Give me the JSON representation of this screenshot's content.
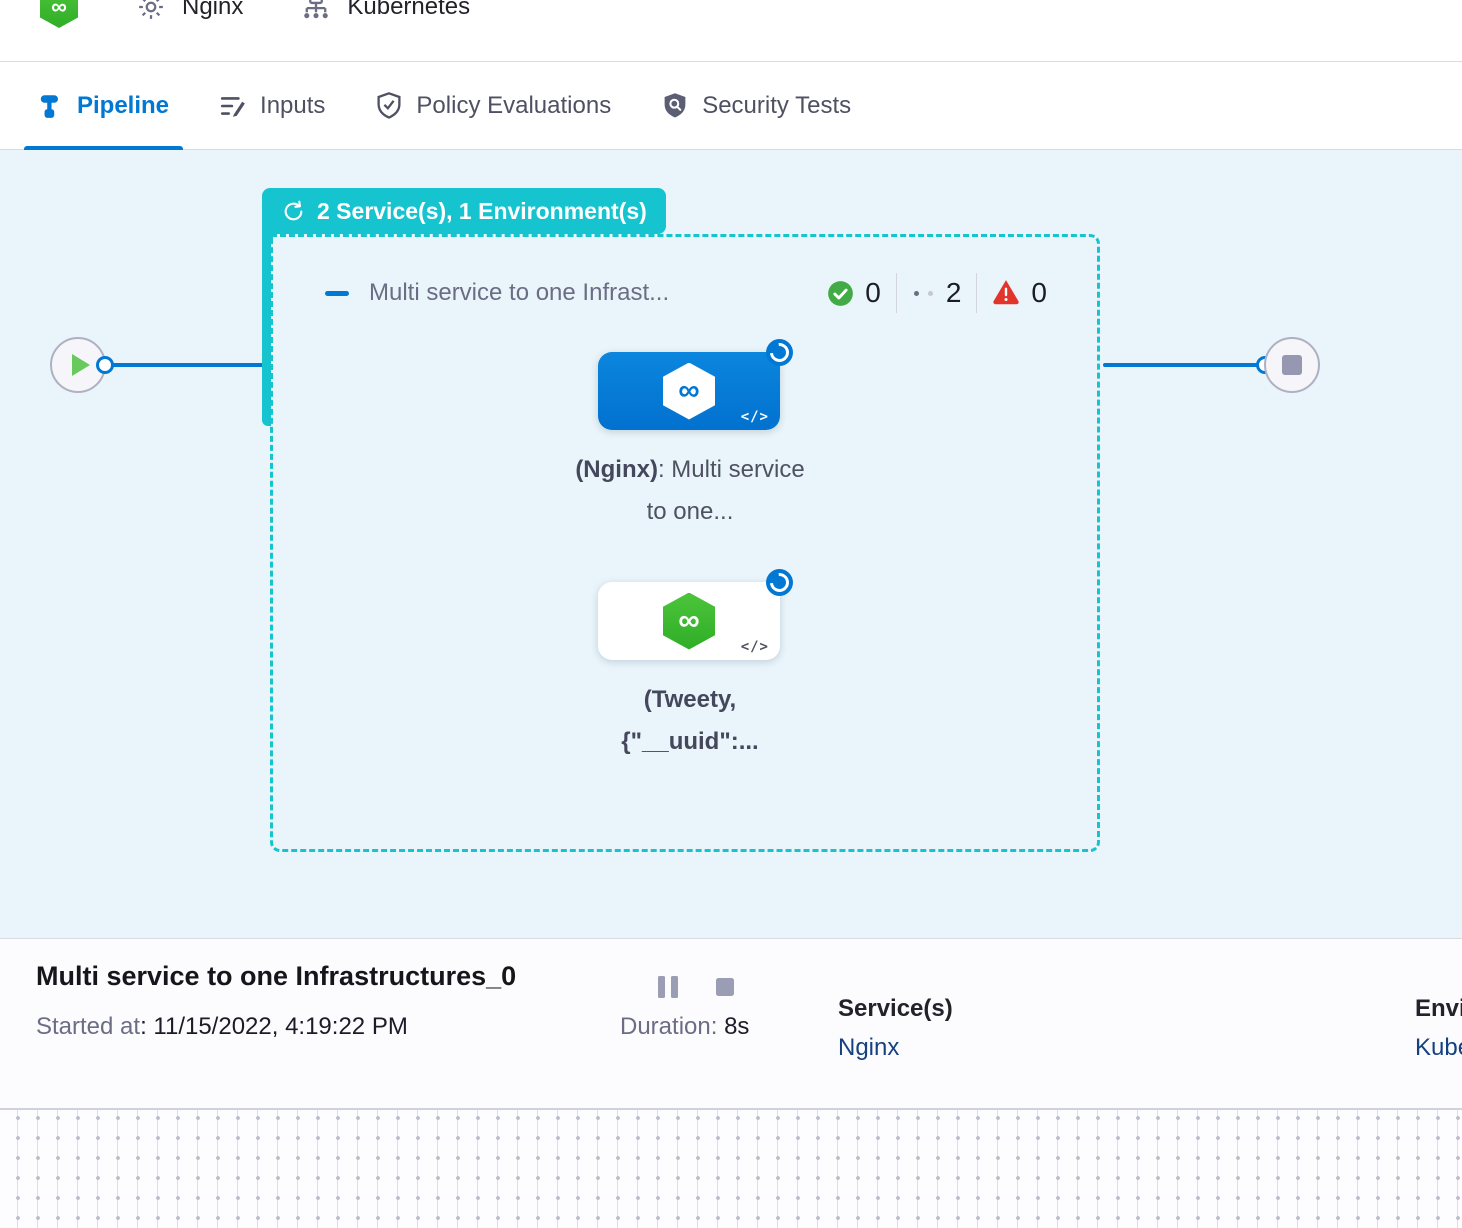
{
  "topbar": {
    "service_name": "Nginx",
    "environment_name": "Kubernetes",
    "icons": {
      "logo": "harness-infinity-logo",
      "service": "gear-icon",
      "environment": "hierarchy-icon"
    }
  },
  "tabs": [
    {
      "label": "Pipeline",
      "icon": "pipeline-icon",
      "active": true
    },
    {
      "label": "Inputs",
      "icon": "inputs-icon",
      "active": false
    },
    {
      "label": "Policy Evaluations",
      "icon": "shield-check-icon",
      "active": false
    },
    {
      "label": "Security Tests",
      "icon": "shield-scan-icon",
      "active": false
    }
  ],
  "canvas": {
    "stage_group_label": "2 Service(s), 1 Environment(s)",
    "stage": {
      "name": "Multi service to one Infrast...",
      "counters": {
        "success": "0",
        "running": "2",
        "failed": "0"
      }
    },
    "nodes": [
      {
        "label_bold": "(Nginx)",
        "label_rest": ": Multi service to one...",
        "code_icon": "</>",
        "infinity": "∞"
      },
      {
        "label_bold": "(Tweety, {\"__uuid\":...",
        "label_rest": "",
        "code_icon": "</>",
        "infinity": "∞"
      }
    ],
    "logo_glyph": "∞"
  },
  "footer": {
    "title": "Multi service to one Infrastructures_0",
    "started_label": "Started at",
    "started_value": ": 11/15/2022, 4:19:22 PM",
    "duration_label": "Duration: ",
    "duration_value": "8s",
    "services_label": "Service(s)",
    "services_value": "Nginx",
    "environments_label": "Environment(s)",
    "environments_value": "Kubernetes"
  },
  "colors": {
    "teal": "#15c4cf",
    "primary_blue": "#0278d5",
    "success_green": "#42ab45",
    "fail_red": "#e3342c",
    "link_navy": "#15417e",
    "canvas_bg": "#e9f5fa"
  }
}
